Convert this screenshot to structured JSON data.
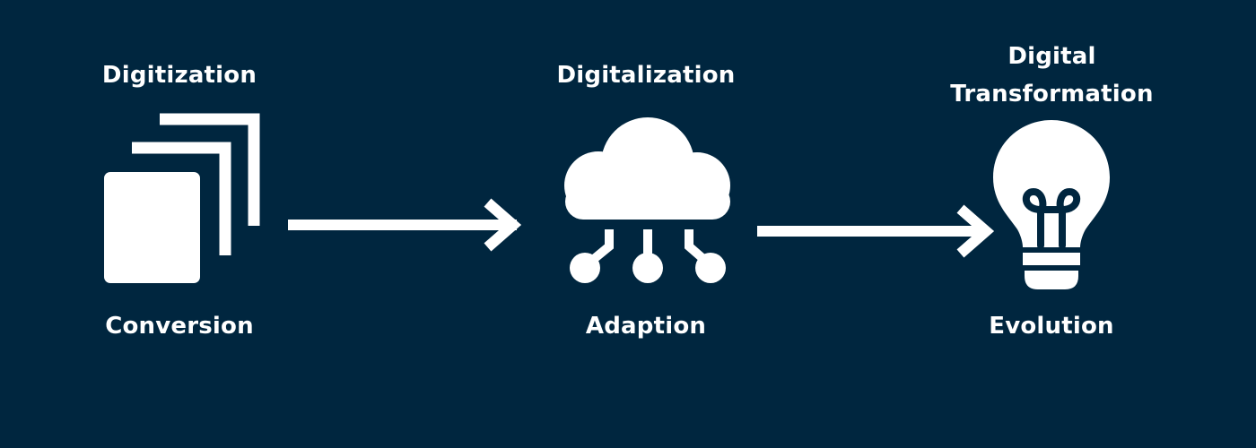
{
  "stages": [
    {
      "title": "Digitization",
      "subtitle": "Conversion",
      "icon": "documents-stack-icon"
    },
    {
      "title": "Digitalization",
      "subtitle": "Adaption",
      "icon": "cloud-network-icon"
    },
    {
      "title": "Digital Transformation",
      "subtitle": "Evolution",
      "icon": "lightbulb-icon"
    }
  ],
  "colors": {
    "background": "#00263f",
    "foreground": "#ffffff"
  }
}
